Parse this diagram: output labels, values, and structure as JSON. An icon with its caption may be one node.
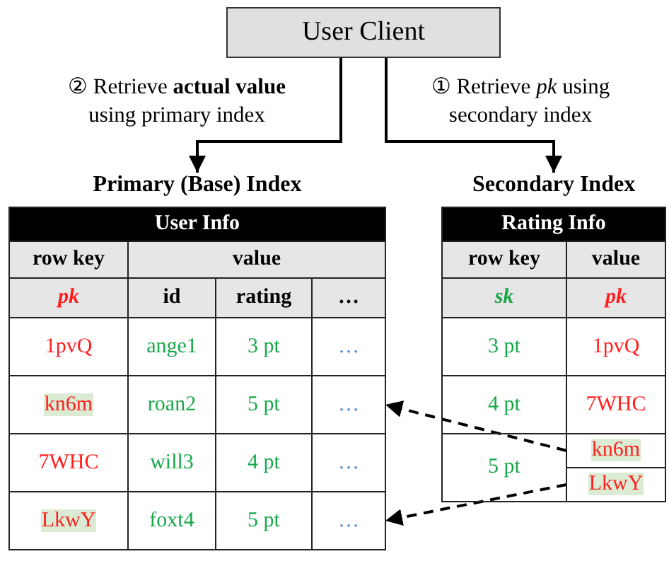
{
  "diagram": {
    "nodes": [
      {
        "text": [
          "User Client"
        ]
      },
      {
        "text": [
          "Primary (Base) Index",
          "User Info"
        ]
      },
      {
        "text": [
          "Secondary Index",
          "Rating Info"
        ]
      },
      {
        "text": [
          "…"
        ],
        "in": 1
      },
      {
        "text": [
          "…"
        ],
        "in": 1
      },
      {
        "text": [
          "kn6m"
        ],
        "in": 2
      },
      {
        "text": [
          "LkwY"
        ],
        "in": 2
      }
    ],
    "edges": [
      {
        "from": 0,
        "to": 1,
        "arrow": "to",
        "label": "② Retrieve **actual value** using primary index"
      },
      {
        "from": 0,
        "to": 2,
        "arrow": "to",
        "label": "① Retrieve *pk* using secondary index"
      },
      {
        "from": 5,
        "to": 3,
        "arrow": "to",
        "style": "dashed"
      },
      {
        "from": 6,
        "to": 4,
        "arrow": "to",
        "style": "dashed"
      }
    ],
    "labels": [
      "row key",
      "value",
      "pk",
      "id",
      "rating",
      "…",
      "1pvQ",
      "ange1",
      "3 pt",
      "…",
      "kn6m",
      "roan2",
      "5 pt",
      "7WHC",
      "will3",
      "4 pt",
      "…",
      "LkwY",
      "foxt4",
      "5 pt",
      "row key",
      "value",
      "sk",
      "pk",
      "3 pt",
      "1pvQ",
      "4 pt",
      "7WHC",
      "5 pt"
    ]
  }
}
